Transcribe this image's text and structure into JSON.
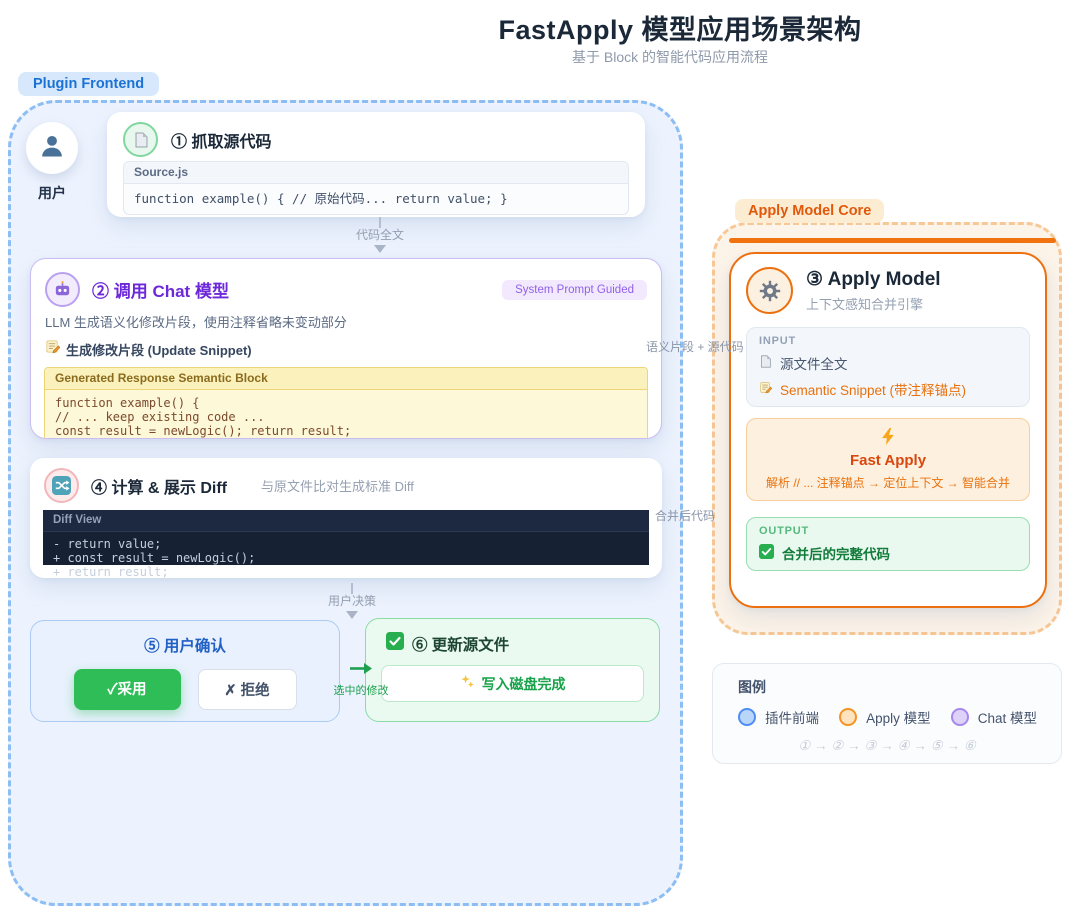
{
  "page": {
    "title": "FastApply 模型应用场景架构",
    "subtitle": "基于 Block 的智能代码应用流程"
  },
  "frontend": {
    "tag": "Plugin Frontend",
    "user_label": "用户",
    "card1": {
      "title": "① 抓取源代码",
      "code_header": "Source.js",
      "code_line": "function example() { // 原始代码... return value; }"
    },
    "card2": {
      "title": "② 调用 Chat 模型",
      "badge": "System Prompt Guided",
      "description": "LLM 生成语义化修改片段，使用注释省略未变动部分",
      "snippet_label": "生成修改片段 (Update Snippet)",
      "code_header": "Generated Response Semantic Block",
      "code_lines": [
        "function example() {",
        "// ... keep existing code ...",
        "const result = newLogic(); return result;",
        "}"
      ]
    },
    "card4": {
      "title": "④ 计算 & 展示 Diff",
      "subtitle": "与原文件比对生成标准 Diff",
      "code_header": "Diff View",
      "diff_lines": [
        "- return value;",
        "+ const result = newLogic();",
        "+ return result;"
      ]
    },
    "card5": {
      "title": "⑤ 用户确认",
      "accept_icon": "✓",
      "accept_label": "采用",
      "reject_icon": "✗",
      "reject_label": "拒绝"
    },
    "card6": {
      "title": "⑥ 更新源文件",
      "done_label": "写入磁盘完成"
    }
  },
  "apply_core": {
    "tag": "Apply Model Core",
    "card3": {
      "title": "③ Apply Model",
      "subtitle": "上下文感知合并引擎",
      "input": {
        "header": "INPUT",
        "items": [
          "源文件全文",
          "Semantic Snippet (带注释锚点)"
        ]
      },
      "fast_apply": {
        "title": "Fast Apply",
        "description": "解析 // ... 注释锚点 → 定位上下文 → 智能合并"
      },
      "output": {
        "header": "OUTPUT",
        "item": "合并后的完整代码"
      }
    }
  },
  "edges": {
    "code_full": "代码全文",
    "user_decision": "用户决策",
    "selected_change": "选中的修改",
    "semantic_plus_source": "语义片段 + 源代码",
    "merged_code": "合并后代码"
  },
  "legend": {
    "title": "图例",
    "items": [
      {
        "label": "插件前端",
        "color": "#4e8df6",
        "fill": "#b9d6fa"
      },
      {
        "label": "Apply 模型",
        "color": "#f59323",
        "fill": "#fde3c0"
      },
      {
        "label": "Chat 模型",
        "color": "#a688ef",
        "fill": "#ded2f9"
      }
    ],
    "sequence": "① → ② → ③ → ④ → ⑤ → ⑥"
  },
  "colors": {
    "frontend_accent": "#8cbdf3",
    "chat_accent": "#6d28d9",
    "apply_accent": "#f0730f",
    "success": "#2ebd57"
  }
}
